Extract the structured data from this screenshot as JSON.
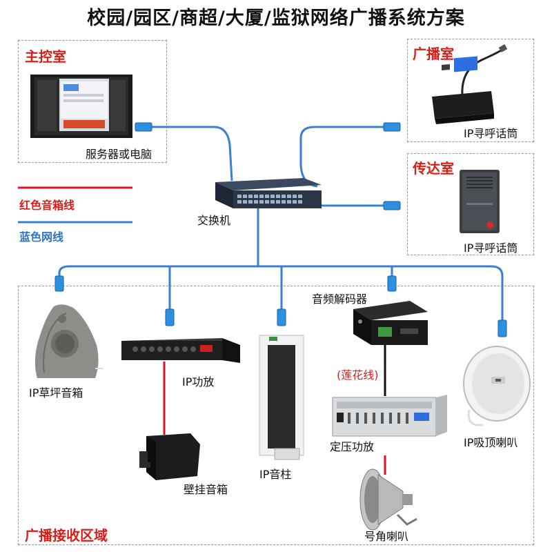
{
  "title": "校园/园区/商超/大厦/监狱网络广播系统方案",
  "rooms": {
    "control": "主控室",
    "broadcast": "广播室",
    "reception": "传达室",
    "receive_area": "广播接收区域"
  },
  "legend": {
    "red": "红色音箱线",
    "blue": "蓝色网线",
    "red_color": "#e0102a",
    "blue_color": "#3a7fd6"
  },
  "devices": {
    "server": "服务器或电脑",
    "switch": "交换机",
    "ip_mic_1": "IP寻呼话筒",
    "ip_mic_2": "IP寻呼话筒",
    "lawn_speaker": "IP草坪音箱",
    "ip_amp": "IP功放",
    "wall_speaker": "壁挂音箱",
    "column_speaker": "IP音柱",
    "decoder": "音频解码器",
    "lotus_cable": "(莲花线)",
    "const_amp": "定压功放",
    "horn": "号角喇叭",
    "ceiling": "IP吸顶喇叭"
  }
}
